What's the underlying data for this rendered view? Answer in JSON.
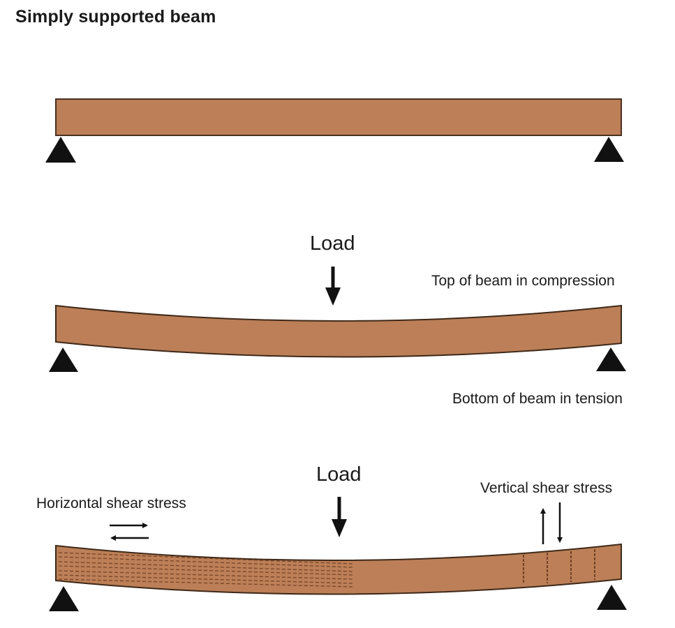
{
  "title": "Simply supported beam",
  "colors": {
    "beam_fill": "#bc7f57",
    "beam_outline": "#4a3020",
    "support": "#111111",
    "arrow": "#111111",
    "grain": "#6b3a1f",
    "text": "#1a1a1a"
  },
  "panels": [
    {
      "name": "unloaded-beam",
      "state": "unloaded, straight",
      "supports": [
        "left pin support",
        "right pin support"
      ]
    },
    {
      "name": "loaded-beam",
      "state": "loaded at midspan, deflected",
      "load_label": "Load",
      "top_label": "Top of beam in compression",
      "bottom_label": "Bottom of beam in tension"
    },
    {
      "name": "shear-beam",
      "state": "loaded at midspan, showing shear",
      "load_label": "Load",
      "horizontal_shear_label": "Horizontal shear stress",
      "vertical_shear_label": "Vertical shear stress"
    }
  ]
}
